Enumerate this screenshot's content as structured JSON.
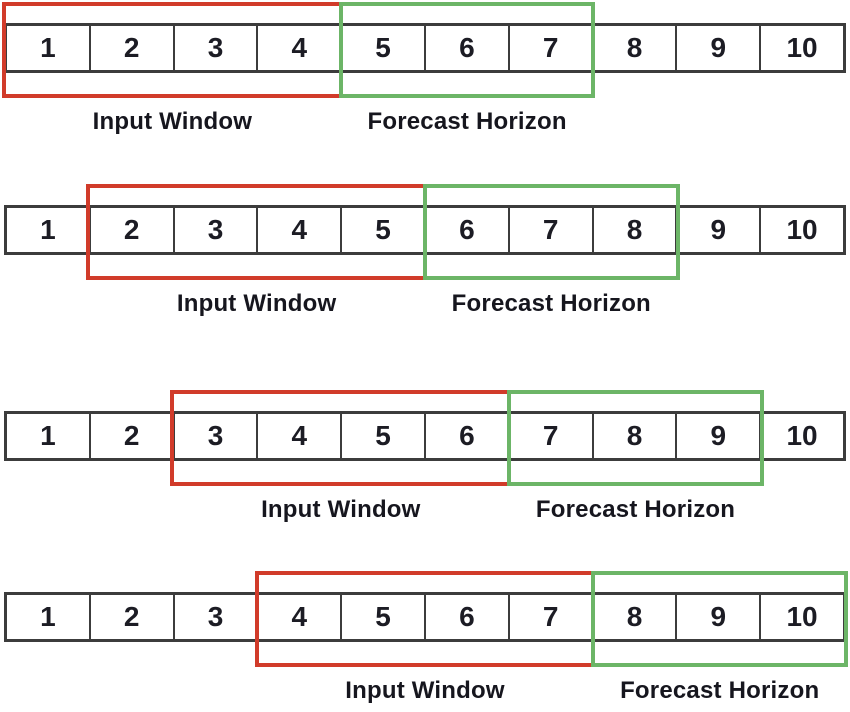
{
  "diagram": {
    "description_visible_text_only": "",
    "sequence": [
      "1",
      "2",
      "3",
      "4",
      "5",
      "6",
      "7",
      "8",
      "9",
      "10"
    ],
    "colors": {
      "input_window_border": "#d13b2a",
      "forecast_horizon_border": "#6cb567",
      "strip_border": "#3c3c3c",
      "text": "#16161e"
    },
    "rows": [
      {
        "input_window": {
          "label": "Input Window",
          "cells": [
            1,
            2,
            3,
            4
          ]
        },
        "forecast_horizon": {
          "label": "Forecast Horizon",
          "cells": [
            5,
            6,
            7
          ]
        }
      },
      {
        "input_window": {
          "label": "Input Window",
          "cells": [
            2,
            3,
            4,
            5
          ]
        },
        "forecast_horizon": {
          "label": "Forecast Horizon",
          "cells": [
            6,
            7,
            8
          ]
        }
      },
      {
        "input_window": {
          "label": "Input Window",
          "cells": [
            3,
            4,
            5,
            6
          ]
        },
        "forecast_horizon": {
          "label": "Forecast Horizon",
          "cells": [
            7,
            8,
            9
          ]
        }
      },
      {
        "input_window": {
          "label": "Input Window",
          "cells": [
            4,
            5,
            6,
            7
          ]
        },
        "forecast_horizon": {
          "label": "Forecast Horizon",
          "cells": [
            8,
            9,
            10
          ]
        }
      }
    ]
  }
}
